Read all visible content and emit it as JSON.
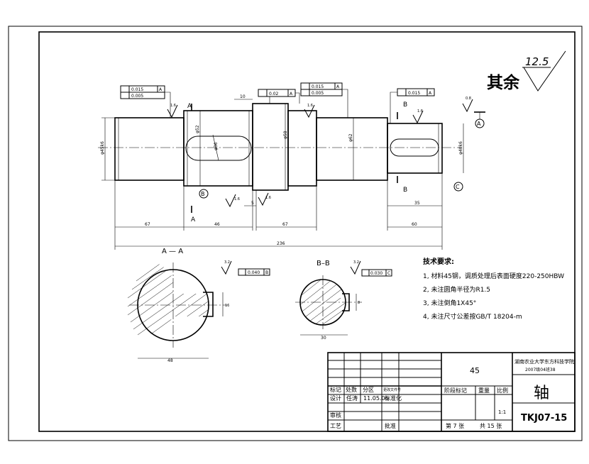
{
  "roughness": {
    "label": "其余",
    "value": "12.5"
  },
  "tolerance_frames": {
    "f1_runout": "0.015",
    "f1_runout_datum": "A",
    "f1_total": "0.005",
    "f2_runout": "0.02",
    "f2_runout_datum": "A",
    "f3_runout": "0.015",
    "f3_runout_datum": "A",
    "f3_total": "0.005",
    "f4_runout": "0.015",
    "f4_runout_datum": "A",
    "sectionA_sym": "0.040",
    "sectionA_datum": "B",
    "sectionB_sym": "0.030",
    "sectionB_datum": "C"
  },
  "surface_marks": {
    "r1": "1.6",
    "r2": "1.6",
    "r3": "1.6",
    "r4": "0.8",
    "r5": "1.6",
    "r6": "3.2",
    "r7": "3.2"
  },
  "datums": {
    "a": "A",
    "b": "B",
    "c": "C"
  },
  "section_markers": {
    "a_top": "A",
    "a_bottom": "A",
    "b_top": "B",
    "b_bottom": "B"
  },
  "diameters": {
    "d1": "φ45k6",
    "d2": "φ52",
    "d3": "φ58",
    "d4": "φ62",
    "d5": "φ40k6",
    "d6": "φ36"
  },
  "lengths": {
    "l1": "67",
    "l2": "46",
    "l3": "67",
    "l4": "60",
    "l5": "35",
    "l6": "10",
    "l7": "5",
    "total": "236"
  },
  "sections": {
    "aa_title": "A — A",
    "aa_width": "48",
    "aa_key": "16",
    "bb_title": "B–B",
    "bb_width": "30",
    "bb_key": "8"
  },
  "tech": {
    "heading": "技术要求:",
    "items": [
      "1, 材料45钢，调质处理后表面硬度220-250HBW",
      "2, 未注圆角半径为R1.5",
      "3, 未注倒角1X45°",
      "4, 未注尺寸公差按GB/T 18204-m"
    ]
  },
  "title_block": {
    "material": "45",
    "school": "湖南农业大学东方科技学院",
    "class_line": "2007级04班38",
    "part_name": "轴",
    "drawing_no": "TKJ07-15",
    "scale": "1:1",
    "sheet_current": "第 7 张",
    "sheet_total": "共 15 张",
    "h_mark": "标记",
    "h_count": "处数",
    "h_zone": "分区",
    "h_docno": "更改文件号",
    "h_design": "设计",
    "designer": "任涛",
    "date": "11.05.06",
    "h_std": "标准化",
    "h_stage": "阶段标记",
    "h_weight": "重量",
    "h_scale": "比例",
    "h_review": "审核",
    "h_process": "工艺",
    "h_approve": "批准"
  }
}
